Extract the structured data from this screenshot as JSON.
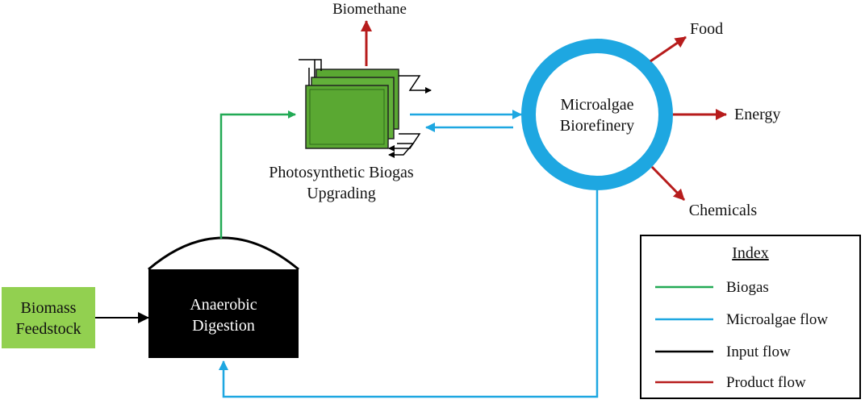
{
  "nodes": {
    "feedstock": {
      "line1": "Biomass",
      "line2": "Feedstock"
    },
    "digestion": {
      "line1": "Anaerobic",
      "line2": "Digestion"
    },
    "upgrading": {
      "line1": "Photosynthetic Biogas",
      "line2": "Upgrading"
    },
    "biorefinery": {
      "line1": "Microalgae",
      "line2": "Biorefinery"
    }
  },
  "products": {
    "biomethane": "Biomethane",
    "food": "Food",
    "energy": "Energy",
    "chemicals": "Chemicals"
  },
  "legend": {
    "title": "Index",
    "items": [
      {
        "label": "Biogas",
        "color": "#22aa55"
      },
      {
        "label": "Microalgae flow",
        "color": "#1ea7e1"
      },
      {
        "label": "Input flow",
        "color": "#000000"
      },
      {
        "label": "Product flow",
        "color": "#b71c1c"
      }
    ]
  },
  "colors": {
    "biogas": "#22aa55",
    "microalgae": "#1ea7e1",
    "input": "#000000",
    "product": "#b71c1c",
    "feedstock_fill": "#92d050",
    "panel_fill": "#5aa832",
    "digester_fill": "#000000"
  }
}
